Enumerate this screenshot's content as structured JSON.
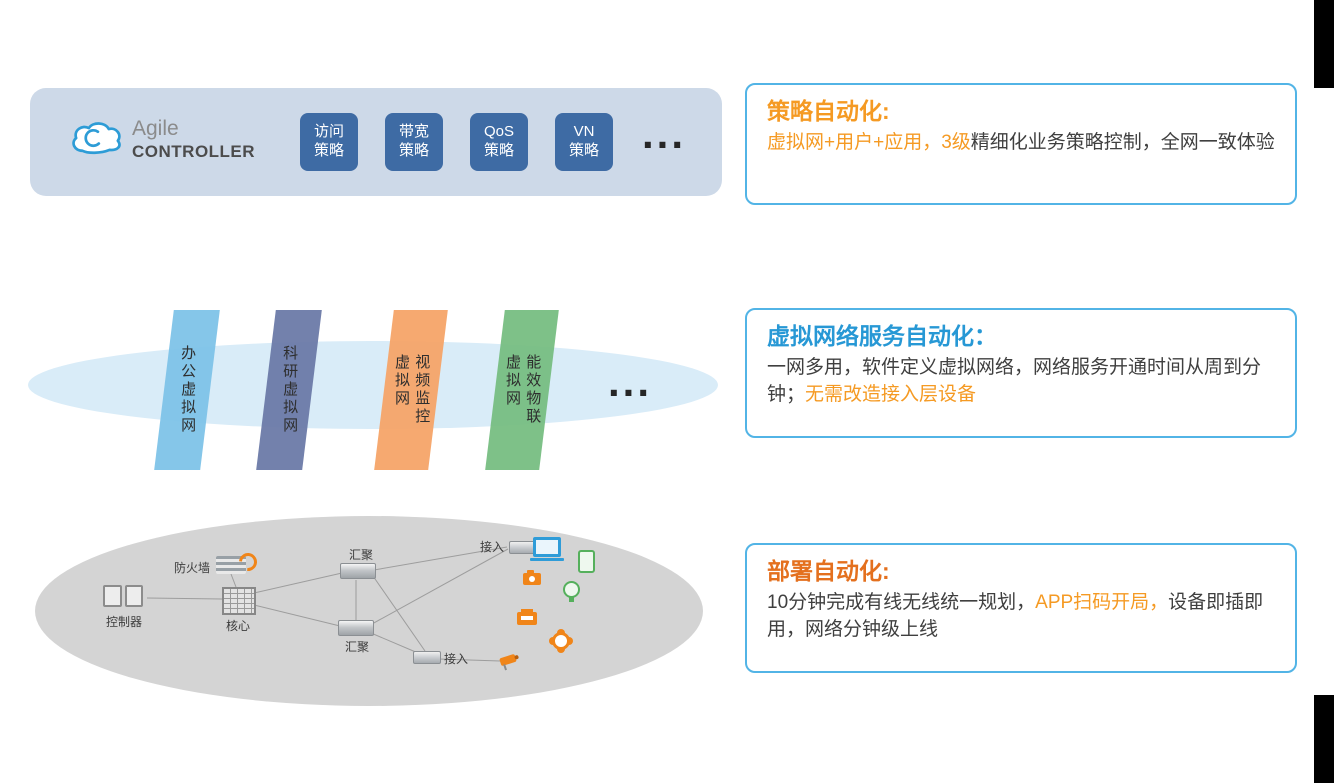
{
  "colors": {
    "banner_bg": "#cdd9e8",
    "tile_bg": "#3e6ba4",
    "vn_ellipse": "#d9ecf8",
    "net_ellipse": "#d4d4d4",
    "callout_border": "#52b4e6",
    "orange": "#f59a23",
    "blue_title": "#2798d5",
    "deploy_title": "#e4701e",
    "body_text": "#3f3f3f",
    "cloud_blue": "#2d9cd6"
  },
  "controller_banner": {
    "cloud_icon": "cloud-swirl-icon",
    "brand": {
      "top": "Agile",
      "bottom": "CONTROLLER"
    },
    "policies": [
      {
        "line1": "访问",
        "line2": "策略"
      },
      {
        "line1": "带宽",
        "line2": "策略"
      },
      {
        "line1": "QoS",
        "line2": "策略"
      },
      {
        "line1": "VN",
        "line2": "策略"
      }
    ],
    "ellipsis": "..."
  },
  "virtual_network_layer": {
    "planes": [
      {
        "lines": [
          "办公虚拟网",
          ""
        ],
        "color": "#7ec3e8"
      },
      {
        "lines": [
          "科研虚拟网",
          ""
        ],
        "color": "#6b7aa8"
      },
      {
        "lines": [
          "视频监控",
          "虚拟网"
        ],
        "color": "#f5a468"
      },
      {
        "lines": [
          "能效物联",
          "虚拟网"
        ],
        "color": "#77be82"
      }
    ],
    "ellipsis": "..."
  },
  "physical_network": {
    "labels": {
      "controller": "控制器",
      "firewall": "防火墙",
      "core": "核心",
      "aggregation_top": "汇聚",
      "aggregation_bottom": "汇聚",
      "access_top": "接入",
      "access_bottom": "接入"
    },
    "device_icons": [
      "laptop-icon",
      "tablet-icon",
      "camera-icon",
      "bulb-icon",
      "printer-icon",
      "gear-icon",
      "cctv-icon"
    ]
  },
  "callouts": [
    {
      "title": "策略自动化:",
      "title_color": "#f59a23",
      "segments": [
        {
          "text": "虚拟网+用户+应用，3级",
          "color": "#f59a23"
        },
        {
          "text": "精细化业务策略控制，全网一致体验",
          "color": "#3f3f3f"
        }
      ]
    },
    {
      "title": "虚拟网络服务自动化：",
      "title_color": "#2798d5",
      "segments": [
        {
          "text": "一网多用，软件定义虚拟网络，网络服务开通时间从周到分钟；",
          "color": "#3f3f3f"
        },
        {
          "text": "无需改造接入层设备",
          "color": "#f59a23"
        }
      ]
    },
    {
      "title": "部署自动化:",
      "title_color": "#e4701e",
      "segments": [
        {
          "text": "10分钟完成有线无线统一规划，",
          "color": "#3f3f3f"
        },
        {
          "text": "APP扫码开局，",
          "color": "#f59a23"
        },
        {
          "text": "设备即插即用，网络分钟级上线",
          "color": "#3f3f3f"
        }
      ]
    }
  ]
}
